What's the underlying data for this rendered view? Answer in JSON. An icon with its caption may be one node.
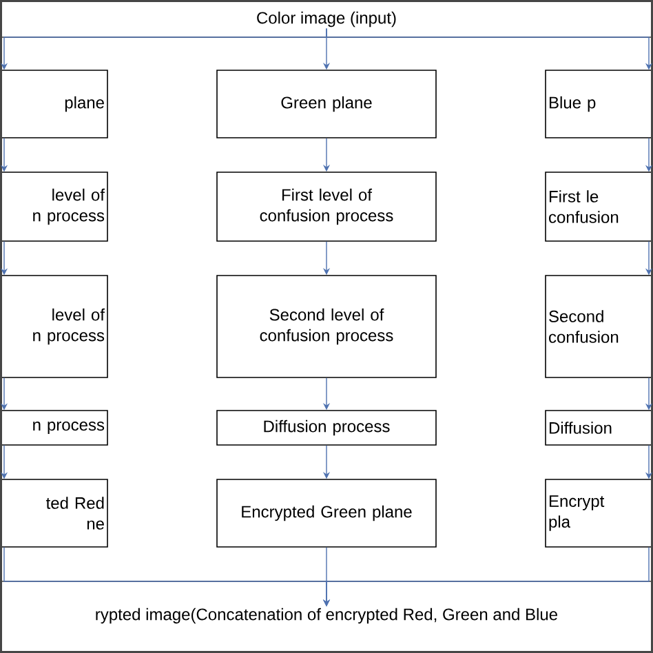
{
  "diagram": {
    "nodes": [
      {
        "text": [
          "Color image (input)"
        ]
      },
      {
        "text": [
          "plane"
        ]
      },
      {
        "text": [
          "Green plane"
        ]
      },
      {
        "text": [
          "Blue p"
        ]
      },
      {
        "text": [
          "level of",
          "n process"
        ]
      },
      {
        "text": [
          "First level of confusion process"
        ]
      },
      {
        "text": [
          "First le",
          "confusion"
        ]
      },
      {
        "text": [
          "level of",
          "n process"
        ]
      },
      {
        "text": [
          "Second level of confusion process"
        ]
      },
      {
        "text": [
          "Second",
          "confusion"
        ]
      },
      {
        "text": [
          "n process"
        ]
      },
      {
        "text": [
          "Diffusion process"
        ]
      },
      {
        "text": [
          "Diffusion"
        ]
      },
      {
        "text": [
          "ted Red",
          "ne"
        ]
      },
      {
        "text": [
          "Encrypted Green plane"
        ]
      },
      {
        "text": [
          "Encrypt",
          "pla"
        ]
      },
      {
        "text": [
          "rypted image(Concatenation of encrypted Red, Green and Blue"
        ]
      }
    ],
    "edges": [
      {
        "from": 0,
        "to": 1,
        "arrow": "to"
      },
      {
        "from": 0,
        "to": 2,
        "arrow": "to"
      },
      {
        "from": 0,
        "to": 3,
        "arrow": "to"
      },
      {
        "from": 1,
        "to": 4,
        "arrow": "to"
      },
      {
        "from": 2,
        "to": 5,
        "arrow": "to"
      },
      {
        "from": 3,
        "to": 6,
        "arrow": "to"
      },
      {
        "from": 4,
        "to": 7,
        "arrow": "to"
      },
      {
        "from": 5,
        "to": 8,
        "arrow": "to"
      },
      {
        "from": 6,
        "to": 9,
        "arrow": "to"
      },
      {
        "from": 7,
        "to": 10,
        "arrow": "to"
      },
      {
        "from": 8,
        "to": 11,
        "arrow": "to"
      },
      {
        "from": 9,
        "to": 12,
        "arrow": "to"
      },
      {
        "from": 10,
        "to": 13,
        "arrow": "to"
      },
      {
        "from": 11,
        "to": 14,
        "arrow": "to"
      },
      {
        "from": 12,
        "to": 15,
        "arrow": "to"
      },
      {
        "from": 13,
        "to": 16,
        "arrow": "to"
      },
      {
        "from": 14,
        "to": 16,
        "arrow": "to"
      },
      {
        "from": 15,
        "to": 16,
        "arrow": "to"
      }
    ]
  }
}
